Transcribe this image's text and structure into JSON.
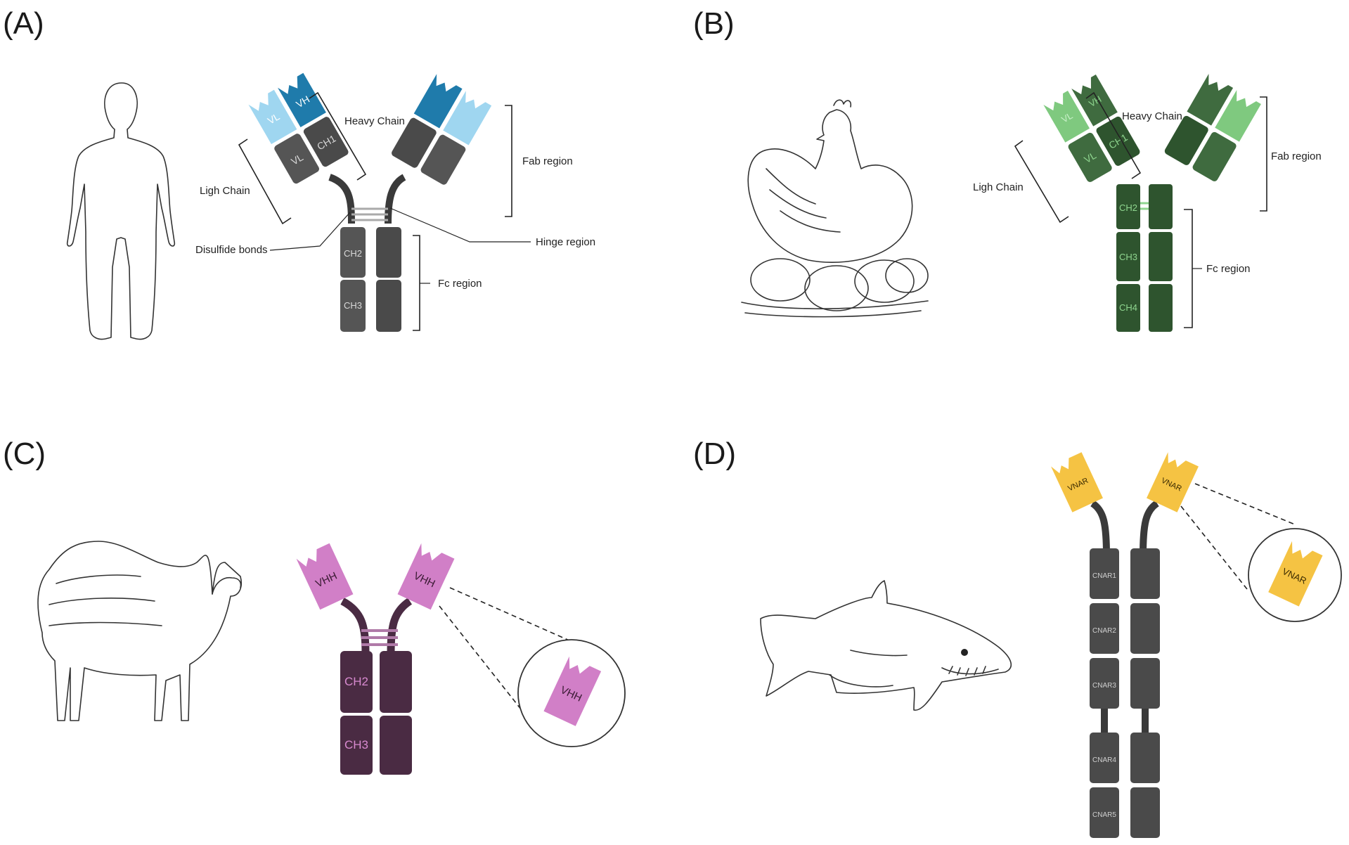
{
  "panels": [
    {
      "label": "(A)",
      "organism_icon": "human-outline-icon",
      "annotations": {
        "heavy_chain": "Heavy Chain",
        "light_chain": "Ligh Chain",
        "fab_region": "Fab region",
        "hinge_region": "Hinge region",
        "disulfide_bonds": "Disulfide bonds",
        "fc_region": "Fc region"
      },
      "domains": {
        "vl": "VL",
        "vh": "VH",
        "ch1": "CH1",
        "vl_lower": "VL",
        "ch2": "CH2",
        "ch3": "CH3"
      },
      "colors": {
        "heavy_variable": "#1f7bab",
        "light_variable": "#9fd6f0",
        "constant": "#555555",
        "heavy_constant_dark": "#4a4a4a"
      }
    },
    {
      "label": "(B)",
      "organism_icon": "chicken-sketch-icon",
      "annotations": {
        "heavy_chain": "Heavy Chain",
        "light_chain": "Ligh Chain",
        "fab_region": "Fab region",
        "fc_region": "Fc region"
      },
      "domains": {
        "vl": "VL",
        "vh": "VH",
        "ch1": "CH1",
        "vl_lower": "VL",
        "ch2": "CH2",
        "ch3": "CH3",
        "ch4": "CH4"
      },
      "colors": {
        "light": "#7fc97f",
        "mid": "#3f6b3f",
        "dark": "#2e542e",
        "text": "#8fd68f"
      }
    },
    {
      "label": "(C)",
      "organism_icon": "camel-sketch-icon",
      "domains": {
        "vhh_left": "VHH",
        "vhh_right": "VHH",
        "vhh_zoom": "VHH",
        "ch2": "CH2",
        "ch3": "CH3"
      },
      "colors": {
        "vhh": "#d17fc7",
        "chain": "#4a2b43",
        "text_dark": "#3a1a33",
        "text_light": "#d88ad0"
      }
    },
    {
      "label": "(D)",
      "organism_icon": "shark-sketch-icon",
      "domains": {
        "vnar_left": "VNAR",
        "vnar_right": "VNAR",
        "vnar_zoom": "VNAR",
        "c1": "CNAR1",
        "c2": "CNAR2",
        "c3": "CNAR3",
        "c4": "CNAR4",
        "c5": "CNAR5"
      },
      "colors": {
        "vnar": "#f5c343",
        "chain": "#4a4a4a",
        "text": "#cfcfcf"
      }
    }
  ]
}
